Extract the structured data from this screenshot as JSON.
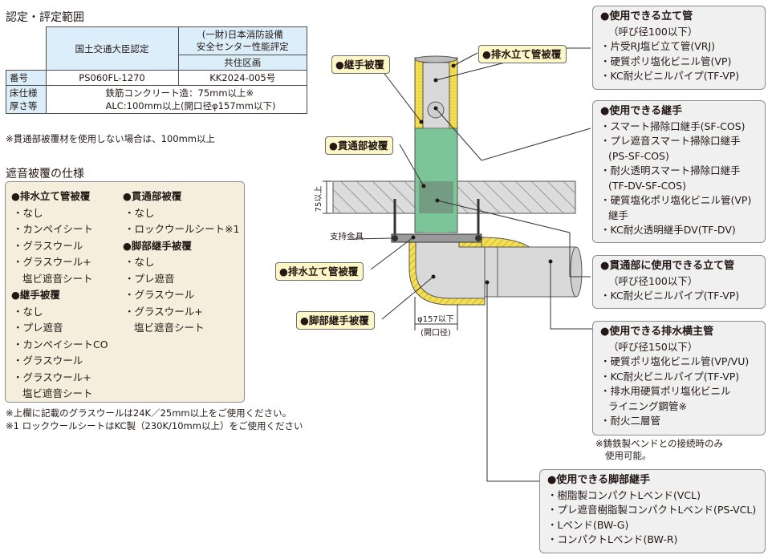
{
  "cert": {
    "title": "認定・評定範囲",
    "col1_header": "国土交通大臣認定",
    "col2_header_line1": "(一財)日本消防設備",
    "col2_header_line2": "安全センター性能評定",
    "col2_subheader": "共住区画",
    "row1_label": "番号",
    "row1_val1": "PS060FL-1270",
    "row1_val2": "KK2024-005号",
    "row2_label_line1": "床仕様",
    "row2_label_line2": "厚さ等",
    "row2_val_line1": "鉄筋コンクリート造：75mm以上※",
    "row2_val_line2": "ALC:100mm以上(開口径φ157mm以下)",
    "note": "※貫通部被覆材を使用しない場合は、100mm以上"
  },
  "spec": {
    "title": "遮音被覆の仕様",
    "left": [
      {
        "type": "h",
        "text": "●排水立て管被覆"
      },
      {
        "type": "i",
        "text": "・なし"
      },
      {
        "type": "i",
        "text": "・カンペイシート"
      },
      {
        "type": "i",
        "text": "・グラスウール"
      },
      {
        "type": "i",
        "text": "・グラスウール+"
      },
      {
        "type": "i2",
        "text": "塩ビ遮音シート"
      },
      {
        "type": "h",
        "text": "●継手被覆"
      },
      {
        "type": "i",
        "text": "・なし"
      },
      {
        "type": "i",
        "text": "・プレ遮音"
      },
      {
        "type": "i",
        "text": "・カンペイシートCO"
      },
      {
        "type": "i",
        "text": "・グラスウール"
      },
      {
        "type": "i",
        "text": "・グラスウール+"
      },
      {
        "type": "i2",
        "text": "塩ビ遮音シート"
      }
    ],
    "right": [
      {
        "type": "h",
        "text": "●貫通部被覆"
      },
      {
        "type": "i",
        "text": "・なし"
      },
      {
        "type": "i",
        "text": "・ロックウールシート※1"
      },
      {
        "type": "h",
        "text": "●脚部継手被覆"
      },
      {
        "type": "i",
        "text": "・なし"
      },
      {
        "type": "i",
        "text": "・プレ遮音"
      },
      {
        "type": "i",
        "text": "・グラスウール"
      },
      {
        "type": "i",
        "text": "・グラスウール+"
      },
      {
        "type": "i2",
        "text": "塩ビ遮音シート"
      }
    ],
    "note1": "※上欄に記載のグラスウールは24K／25mm以上をご使用ください。",
    "note2": "※1 ロックウールシートはKC製（230K/10mm以上）をご使用ください"
  },
  "boxes": {
    "stack_pipe": [
      "●使用できる立て管",
      "（呼び径100以下）",
      "・片受RJ塩ビ立て管(VRJ)",
      "・硬質ポリ塩化ビニル管(VP)",
      "・KC耐火ビニルパイプ(TF-VP)"
    ],
    "fittings": [
      "●使用できる継手",
      "・スマート掃除口継手(SF-COS)",
      "・プレ遮音スマート掃除口継手",
      "(PS-SF-COS)",
      "・耐火透明スマート掃除口継手",
      "(TF-DV-SF-COS)",
      "・硬質塩化ポリ塩化ビニル管(VP)",
      "継手",
      "・KC耐火透明継手DV(TF-DV)"
    ],
    "penetration": [
      "●貫通部に使用できる立て管",
      "（呼び径100以下）",
      "・KC耐火ビニルパイプ(TF-VP)"
    ],
    "horizontal": [
      "●使用できる排水横主管",
      "（呼び径150以下）",
      "・硬質ポリ塩化ビニル管(VP/VU)",
      "・KC耐火ビニルパイプ(TF-VP)",
      "・排水用硬質ポリ塩化ビニル",
      "ライニング鋼管※",
      "・耐火二層管"
    ],
    "horizontal_note_line1": "※鋳鉄製ベンドとの接続時のみ",
    "horizontal_note_line2": "使用可能。",
    "base_fittings": [
      "●使用できる脚部継手",
      "・樹脂製コンパクトLベンド(VCL)",
      "・プレ遮音樹脂製コンパクトLベンド(PS-VCL)",
      "・Lベンド(BW-G)",
      "・コンパクトLベンド(BW-R)"
    ]
  },
  "diagram": {
    "tag_joint_cover": "●継手被覆",
    "tag_stack_cover_top": "●排水立て管被覆",
    "tag_penetration_cover": "●貫通部被覆",
    "tag_stack_cover_bottom": "●排水立て管被覆",
    "tag_base_cover": "●脚部継手被覆",
    "label_support": "支持金具",
    "label_thickness": "75以上",
    "label_diameter": "φ157以下",
    "label_opening": "(開口径)"
  },
  "colors": {
    "yellow": "#f4df54",
    "green": "#7cc598",
    "pipe": "#d9d9d9",
    "slab": "#dcdcdc",
    "tagbg": "#fdf6c6",
    "boxbg": "#f0f0f0",
    "specbg": "#f5eedc",
    "certhd": "#dbeefa"
  }
}
